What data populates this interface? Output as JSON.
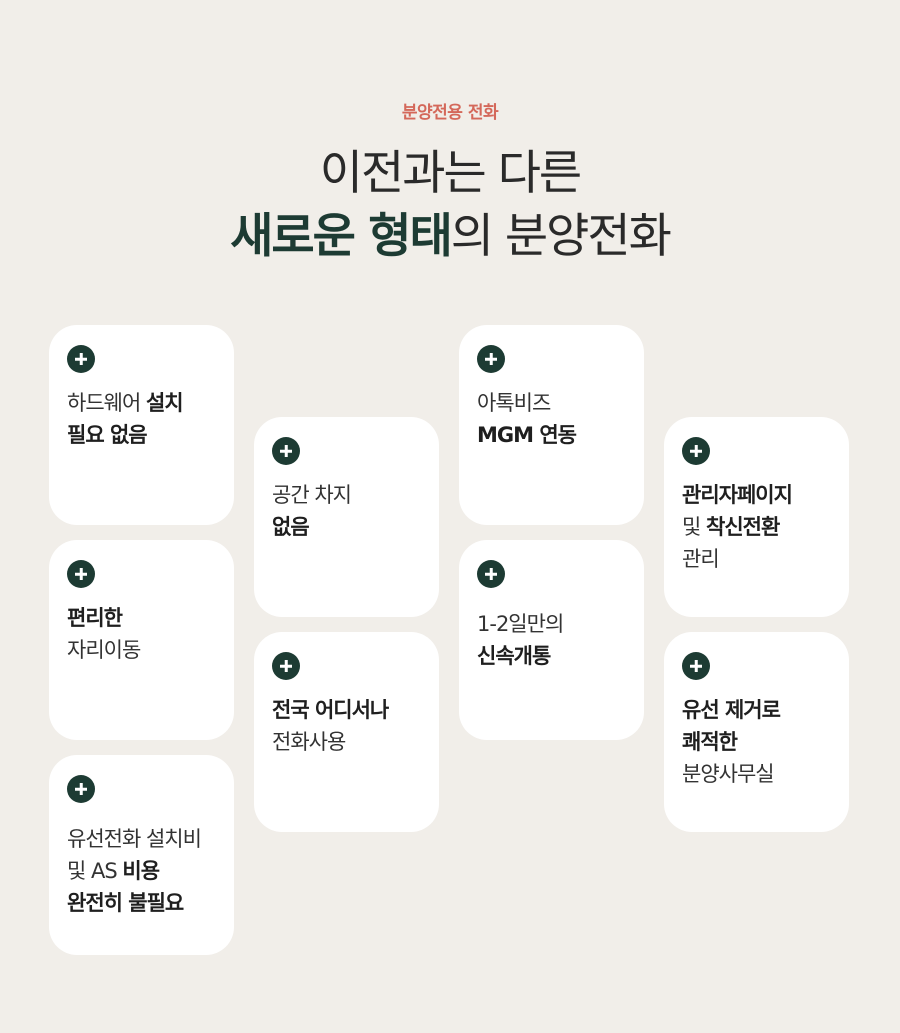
{
  "eyebrow": "분양전용 전화",
  "headline": {
    "line1": "이전과는 다른",
    "line2_accent": "새로운 형태",
    "line2_rest": "의 분양전화"
  },
  "cards": [
    {
      "icon": "plus-icon",
      "parts": [
        {
          "t": "하드웨어 ",
          "b": false
        },
        {
          "t": "설치",
          "b": true
        },
        {
          "br": true
        },
        {
          "t": "필요 없음",
          "b": true
        }
      ]
    },
    {
      "icon": "plus-icon",
      "parts": [
        {
          "t": "편리한",
          "b": true
        },
        {
          "br": true
        },
        {
          "t": "자리이동",
          "b": false
        }
      ]
    },
    {
      "icon": "plus-icon",
      "parts": [
        {
          "t": "유선전화 설치비",
          "b": false
        },
        {
          "br": true
        },
        {
          "t": "및 AS ",
          "b": false
        },
        {
          "t": "비용",
          "b": true
        },
        {
          "br": true
        },
        {
          "t": "완전히 불필요",
          "b": true
        }
      ]
    },
    {
      "icon": "plus-icon",
      "parts": [
        {
          "t": "공간 차지",
          "b": false
        },
        {
          "br": true
        },
        {
          "t": "없음",
          "b": true
        }
      ]
    },
    {
      "icon": "plus-icon",
      "parts": [
        {
          "t": "전국 어디서나",
          "b": true
        },
        {
          "br": true
        },
        {
          "t": "전화사용",
          "b": false
        }
      ]
    },
    {
      "icon": "plus-icon",
      "parts": [
        {
          "t": "아톡비즈",
          "b": false
        },
        {
          "br": true
        },
        {
          "t": "MGM 연동",
          "b": true
        }
      ]
    },
    {
      "icon": "plus-icon",
      "parts": [
        {
          "t": "1-2일만의",
          "b": false
        },
        {
          "br": true
        },
        {
          "t": "신속개통",
          "b": true
        }
      ]
    },
    {
      "icon": "plus-icon",
      "parts": [
        {
          "t": "관리자페이지",
          "b": true
        },
        {
          "br": true
        },
        {
          "t": "및 ",
          "b": false
        },
        {
          "t": "착신전환",
          "b": true
        },
        {
          "br": true
        },
        {
          "t": "관리",
          "b": false
        }
      ]
    },
    {
      "icon": "plus-icon",
      "parts": [
        {
          "t": "유선 제거로",
          "b": true
        },
        {
          "br": true
        },
        {
          "t": "쾌적한",
          "b": true
        },
        {
          "br": true
        },
        {
          "t": "분양사무실",
          "b": false
        }
      ]
    }
  ],
  "colors": {
    "background": "#f1eee9",
    "accent": "#d4685a",
    "brand_dark": "#1d3b33",
    "card": "#ffffff"
  }
}
